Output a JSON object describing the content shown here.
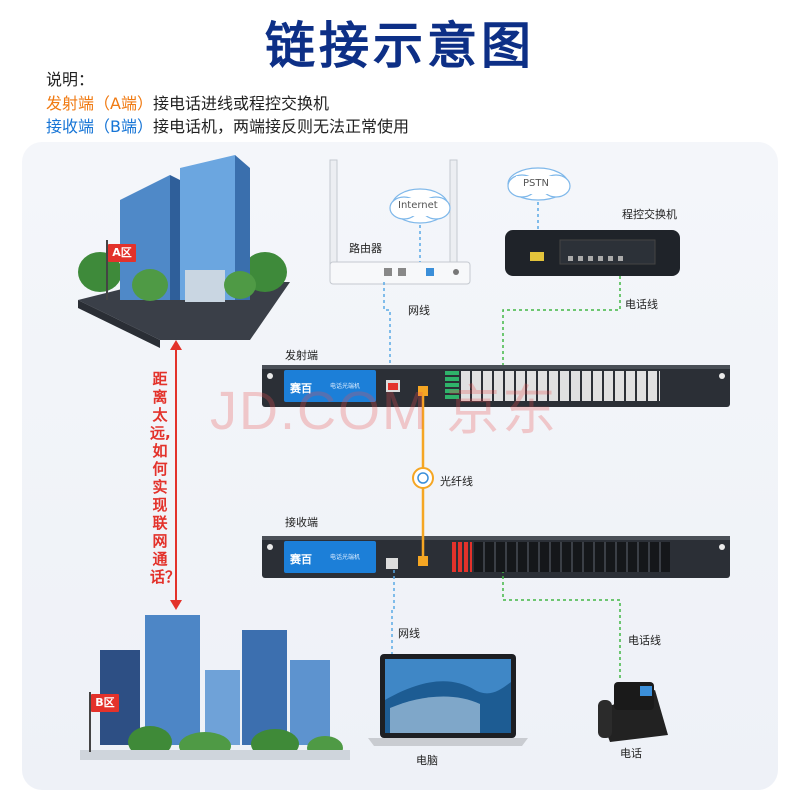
{
  "title": "链接示意图",
  "notes": {
    "heading": "说明：",
    "line1_label": "发射端（A端）",
    "line1_text": "接电话进线或程控交换机",
    "line2_label": "接收端（B端）",
    "line2_text": "接电话机，两端接反则无法正常使用"
  },
  "diagram": {
    "zone_a": "A区",
    "zone_b": "B区",
    "distance_question": "距离太远,如何实现联网通话？",
    "router_label": "路由器",
    "internet_label": "Internet",
    "pstn_label": "PSTN",
    "pbx_label": "程控交换机",
    "net_line_label_top": "网线",
    "phone_line_label_top": "电话线",
    "transmitter_label": "发射端",
    "fiber_label": "光纤线",
    "receiver_label": "接收端",
    "net_line_label_bottom": "网线",
    "phone_line_label_bottom": "电话线",
    "computer_label": "电脑",
    "phone_label": "电话",
    "device_brand": "赛百",
    "device_name": "电话光端机",
    "watermark": "JD.COM 京东"
  },
  "colors": {
    "title": "#0d2f86",
    "orange": "#f07a12",
    "blue": "#1775d6",
    "red": "#e3322b",
    "fiber": "#f5a623",
    "network_line": "#5aa9e6",
    "phone_line": "#42b845"
  }
}
